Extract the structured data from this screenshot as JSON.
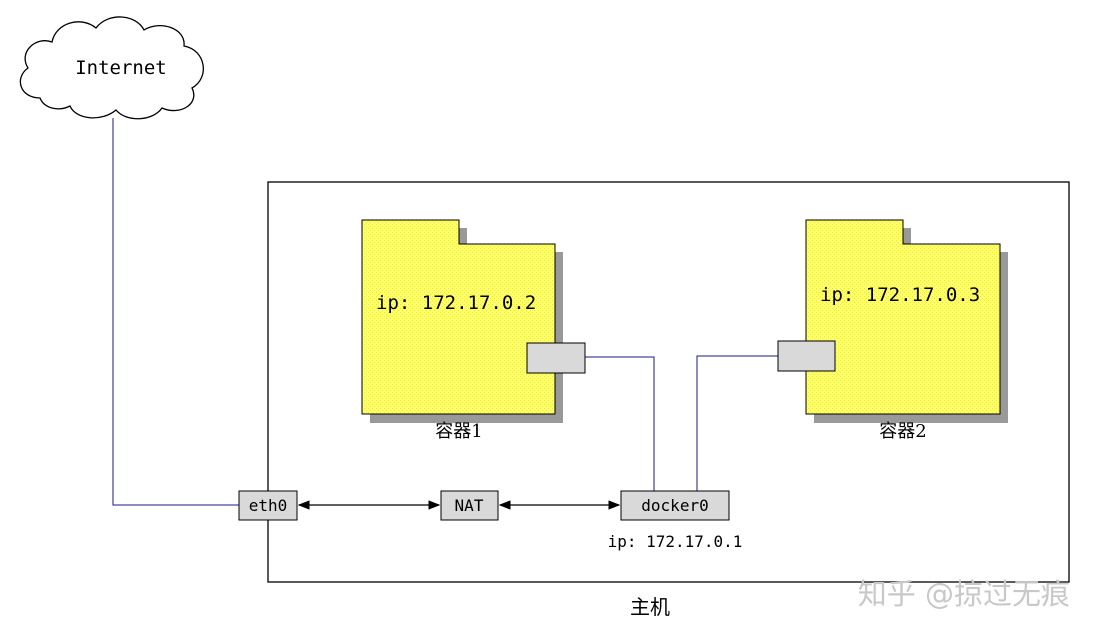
{
  "internet": {
    "label": "Internet"
  },
  "host": {
    "label": "主机"
  },
  "containers": [
    {
      "label": "容器1",
      "ip": "ip: 172.17.0.2"
    },
    {
      "label": "容器2",
      "ip": "ip: 172.17.0.3"
    }
  ],
  "interfaces": {
    "eth0": "eth0",
    "nat": "NAT",
    "docker0": "docker0",
    "docker0_ip": "ip: 172.17.0.1"
  },
  "watermark": "知乎 @掠过无痕",
  "colors": {
    "folder_fill": "#ffff66",
    "folder_shadow": "#999999",
    "port_fill": "#d9d9d9",
    "line_blue": "#1a1a80"
  }
}
